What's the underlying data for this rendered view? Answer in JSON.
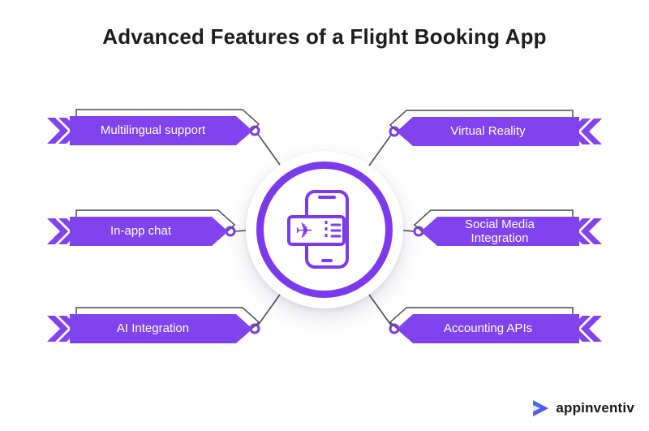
{
  "title": "Advanced Features of a Flight Booking App",
  "features": {
    "left": [
      "Multilingual support",
      "In-app chat",
      "AI Integration"
    ],
    "right": [
      "Virtual Reality",
      "Social Media Integration",
      "Accounting APIs"
    ]
  },
  "logo": {
    "text": "appinventiv"
  },
  "colors": {
    "accent": "#7C3AED",
    "banner_fill": "#8143EE",
    "outline_stroke": "#4A4A4A",
    "title_color": "#1D1D1D",
    "text_on_banner": "#FFFFFF"
  },
  "icons": {
    "center": "flight-ticket-phone-icon",
    "logo": "appinventiv-triangle-icon"
  }
}
